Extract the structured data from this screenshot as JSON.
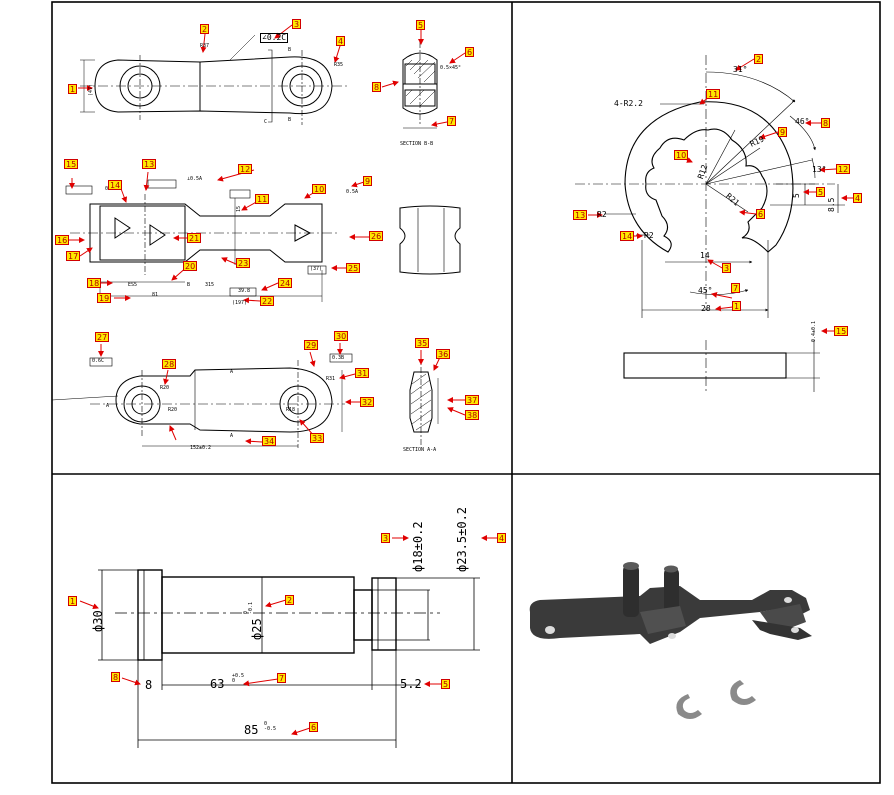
{
  "panel_tl": {
    "tags": [
      "1",
      "2",
      "3",
      "4",
      "5",
      "6",
      "7",
      "8",
      "9",
      "10",
      "11",
      "12",
      "13",
      "14",
      "15",
      "16",
      "17",
      "18",
      "19",
      "20",
      "21",
      "22",
      "23",
      "24",
      "25",
      "26",
      "27",
      "28",
      "29",
      "30",
      "31",
      "32",
      "33",
      "34",
      "35",
      "36",
      "37",
      "38"
    ],
    "flatness_callout": "∠0.2C",
    "section_b": "SECTION B-B",
    "section_a": "SECTION A-A",
    "section_labels": [
      "B",
      "B",
      "A",
      "A"
    ],
    "datums": [
      "C",
      "B",
      "A"
    ],
    "dims": [
      "(47)",
      "R37",
      "R35",
      "0.5×45°",
      "15",
      "⊥0.5A",
      "0.5A",
      "(197)",
      "0.2",
      "(37)",
      "315",
      "39.8",
      "ES5",
      "81",
      "0.6C",
      "152±0.2",
      "R20",
      "R20",
      "R31",
      "0.3B",
      "R18"
    ]
  },
  "panel_tr": {
    "tags": [
      "1",
      "2",
      "3",
      "4",
      "5",
      "6",
      "7",
      "8",
      "9",
      "10",
      "11",
      "12",
      "13",
      "14",
      "15"
    ],
    "dims": [
      "4-R2.2",
      "31°",
      "46°",
      "R19",
      "R21",
      "R12",
      "13°",
      "5",
      "8.5",
      "R2",
      "R2",
      "14",
      "45°",
      "28",
      "0.4±0.1"
    ]
  },
  "panel_bl": {
    "tags": [
      "1",
      "2",
      "3",
      "4",
      "5",
      "6",
      "7",
      "8"
    ],
    "dims": {
      "d30": "ф30",
      "d25": "ф25",
      "d25_tol": "0\n-0.1",
      "d18": "ф18±0.2",
      "d23": "ф23.5±0.2",
      "len8": "8",
      "len63": "63",
      "len63_tol": "+0.5\n0",
      "len52": "5.2",
      "len85": "85",
      "len85_tol": "0\n-0.5"
    }
  },
  "colors": {
    "tag_fill": "#ffe800",
    "tag_border": "#d00000",
    "arrow": "#e00000",
    "line": "#000000",
    "part": "#3a3a3a"
  }
}
